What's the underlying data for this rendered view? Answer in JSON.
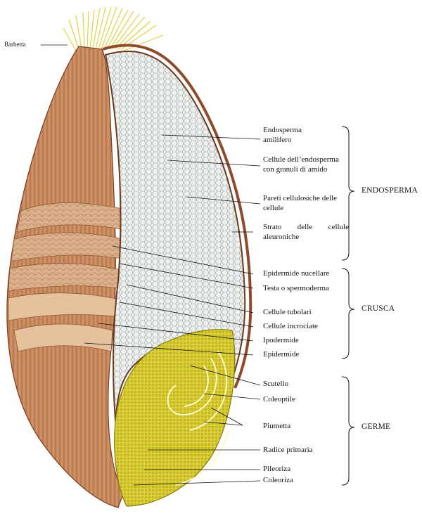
{
  "labels": {
    "barbetta": "Barbetta",
    "endosperma_amilifero_1": "Endosperma",
    "endosperma_amilifero_2": "amilifero",
    "cellule_endosperma_1": "Cellule dell’endosperma",
    "cellule_endosperma_2": "con granuli di amido",
    "pareti_1": "Pareti cellulosiche delle",
    "pareti_2": "cellule",
    "strato_1": "Strato delle cellule",
    "strato_2": "aleuroniche",
    "epidermide_nucellare": "Epidermide nucellare",
    "testa": "Testa o spermoderma",
    "cellule_tubolari": "Cellule tubolari",
    "cellule_incrociate": "Cellule incrociate",
    "ipodermide": "Ipodermide",
    "epidermide": "Epidermide",
    "scutello": "Scutello",
    "coleoptile": "Coleoptile",
    "piumetta": "Piumetta",
    "radice_primaria": "Radice primaria",
    "pileoriza": "Pileoriza",
    "coleoriza": "Coleoriza"
  },
  "groups": {
    "endosperma": "ENDOSPERMA",
    "crusca": "CRUSCA",
    "germe": "GERME"
  },
  "colors": {
    "husk": "#c98a5e",
    "husk_dark": "#8f4a2a",
    "endosperm": "#e9ece9",
    "germ": "#e0d63a",
    "beard": "#e3cf45"
  }
}
